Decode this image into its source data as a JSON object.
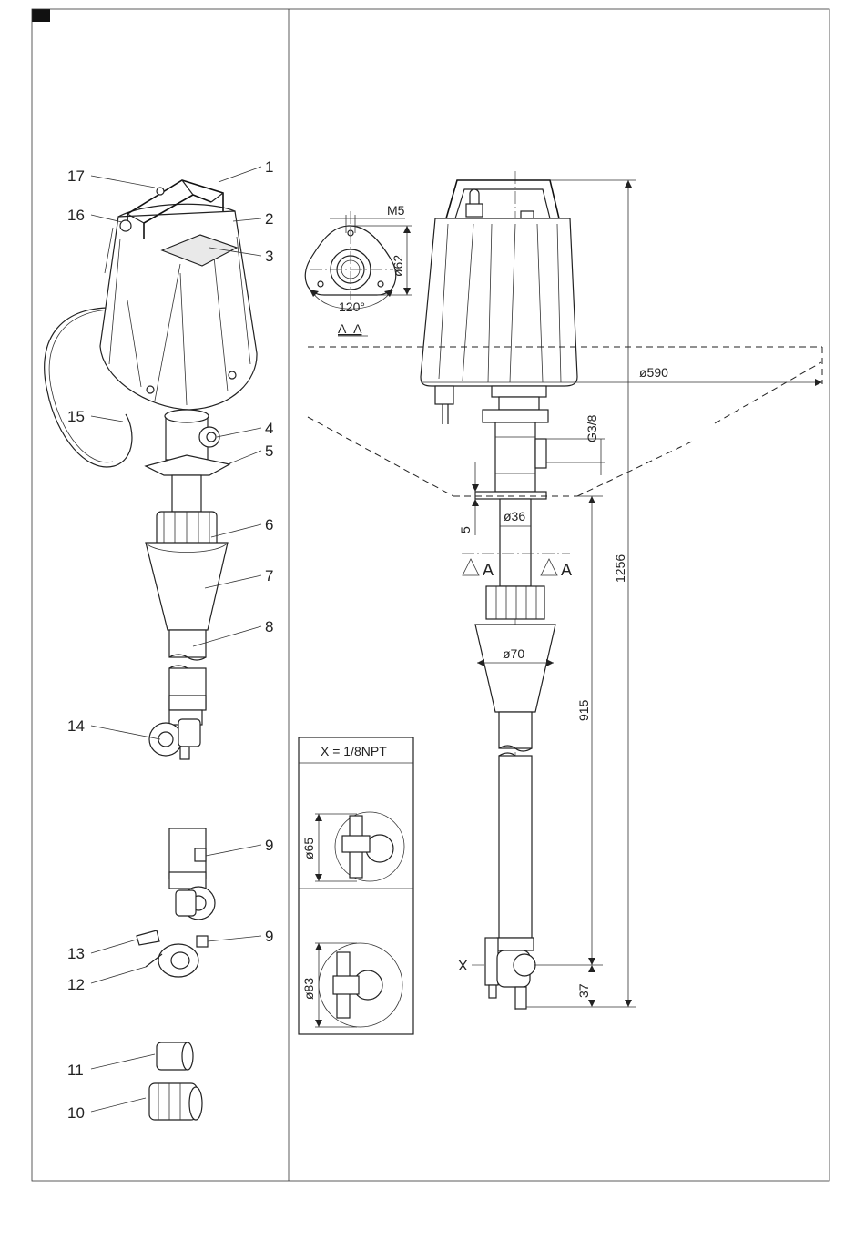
{
  "callouts": [
    "1",
    "2",
    "3",
    "4",
    "5",
    "6",
    "7",
    "8",
    "9",
    "9",
    "10",
    "11",
    "12",
    "13",
    "14",
    "15",
    "16",
    "17"
  ],
  "dimensions": {
    "m5": "M5",
    "d62": "ø62",
    "angle": "120°",
    "section": "A–A",
    "d590": "ø590",
    "g38": "G3/8",
    "five": "5",
    "d36": "ø36",
    "cut_a": "A",
    "d70": "ø70",
    "l1256": "1256",
    "l915": "915",
    "l37": "37",
    "x_mark": "X"
  },
  "detail_box": {
    "title": "X = 1/8NPT",
    "d65": "ø65",
    "d83": "ø83"
  }
}
